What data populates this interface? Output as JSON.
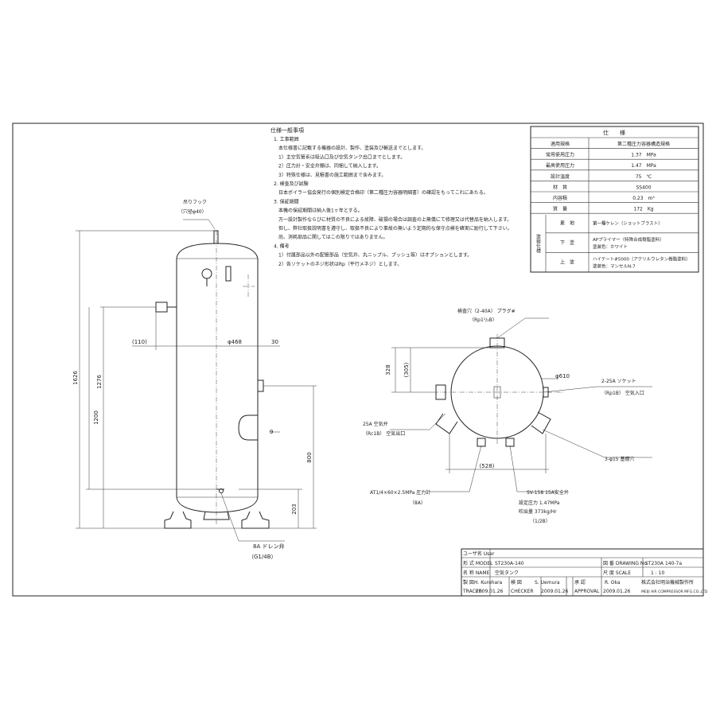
{
  "notes": {
    "title": "仕様一般事項",
    "lines": [
      "1. 工事範囲",
      "本仕様書に記載する機器の設計、製作、塗装及び輸送までとします。",
      "1）主空気管系は吸込口及び空気タンク出口までとします。",
      "2）圧力計・安全弁類は、同梱して納入します。",
      "3）特殊仕様は、見積書の施工範囲まで含みます。",
      "2. 検査及び試験",
      "日本ボイラー協会発行の個別検定合格印（第二種圧力容器明細書）の確認をもってこれにあたる。",
      "3. 保証期間",
      "本機の保証期間は納入後1ヶ年とする。",
      "万一設計製作ならびに材質の不良による故障、破損の場合は調査の上無償にて修理又は代替品を納入します。",
      "但し、弊社取扱説明書を遵守し、取扱不良により事故の無いよう定期的な保守点検を確実に励行して下さい。",
      "尚、消耗部品に関してはこの限りではありません。",
      "4. 備考",
      "1）付属部品以外の配管部品（空気弁、丸ニップル、ブッシュ等）はオプションとします。",
      "2）各ソケットのネジ形状はRp（平行メネジ）とします。"
    ]
  },
  "spec_table": {
    "header": "仕　　様",
    "rows": [
      {
        "label": "適用規格",
        "value": "第二種圧力容器構造規格"
      },
      {
        "label": "常用使用圧力",
        "value": "1.37　MPa"
      },
      {
        "label": "最高使用圧力",
        "value": "1.47　MPa"
      },
      {
        "label": "設計温度",
        "value": "75　℃"
      },
      {
        "label": "材　質",
        "value": "SS400"
      },
      {
        "label": "内容積",
        "value": "0.23　m³"
      },
      {
        "label": "質　量",
        "value": "172　Kg"
      }
    ],
    "paint_group": "塗装仕様",
    "paint_rows": [
      {
        "label": "素　地",
        "value": "第一種ケレン（ショットブラスト）",
        "value2": ""
      },
      {
        "label": "下　塗",
        "value": "APプライマー（特殊合成樹脂塗料）",
        "value2": "塗装色：ホワイト"
      },
      {
        "label": "上　塗",
        "value": "ハイテート#5000（アクリルウレタン樹脂塗料）",
        "value2": "塗装色：マンセルN-7"
      }
    ]
  },
  "side_view": {
    "hook": "吊りフック",
    "hook_dim": "（穴径φ40）",
    "dim_overall": "1626",
    "dim_1276": "1276",
    "dim_1200": "1200",
    "dim_800": "800",
    "dim_203": "203",
    "dim_110": "(110)",
    "dim_dia": "φ468",
    "dim_30": "30",
    "dim_9": "9",
    "drain": "8A ドレン弁",
    "drain_size": "（G1/4B）"
  },
  "top_view": {
    "inspection": "検査穴（2-40A） プラグ#",
    "inspection_size": "（Rp1¹/₂B）",
    "dim_328": "328",
    "dim_305": "(305)",
    "dim_dia": "φ610",
    "socket": "2-25A ソケット",
    "socket_size": "（Rp1B） 空気入口",
    "outlet": "25A 空気弁",
    "outlet_size": "（Rc1B） 空気出口",
    "dim_528": "(528)",
    "foundation": "3-φ15 基礎穴",
    "gauge": "AT1/4×60×2.5MPa 圧力計",
    "gauge_size": "（8A）",
    "safety": "SV-158 15A安全弁",
    "safety_set": "設定圧力 1.47MPa",
    "safety_flow": "吹出量 373kg/Hr",
    "safety_size": "（1/2B）"
  },
  "title_block": {
    "user_label": "ユーザ名 User",
    "user_value": "",
    "model_label": "形 式 MODEL",
    "model_value": "ST230A-140",
    "drawing_no_label": "図 番 DRAWING No",
    "drawing_no_value": "ST230A 140-7a",
    "name_label": "名 称 NAME",
    "name_value": "空気タンク",
    "scale_label": "尺 度 SCALE",
    "scale_value": "1 : 10",
    "drawn_label": "製 図",
    "drawn_label_en": "TRACER",
    "drawn_name": "H. Kurohara",
    "drawn_date": "2009.01.26",
    "checked_label": "検 図",
    "checked_label_en": "CHECKER",
    "checked_name": "S. Uemura",
    "checked_date": "2009.01.26",
    "approved_label": "承 認",
    "approved_label_en": "APPROVAL",
    "approved_name": "R. Oka",
    "approved_date": "2009.01.26",
    "company": "株式会社明治機械製作所",
    "company_en": "MEIJI AIR COMPRESSOR MFG.CO.,LTD."
  }
}
